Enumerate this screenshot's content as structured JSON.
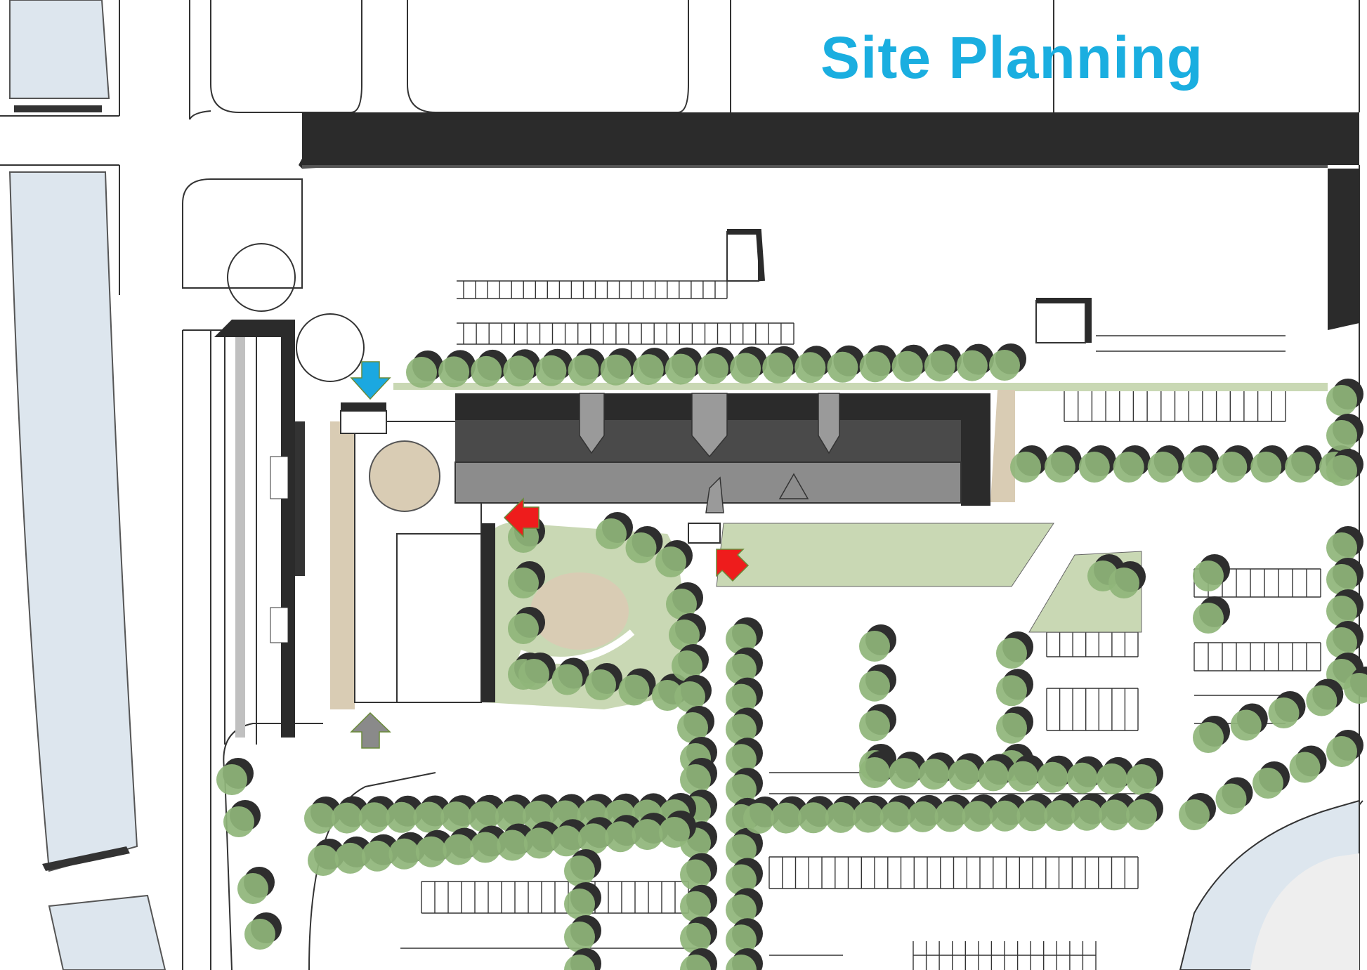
{
  "title": "Site Planning",
  "colors": {
    "title": "#1aaee0",
    "building_shadow": "#2b2b2b",
    "roof_dark": "#4a4a4a",
    "roof_light": "#8c8c8c",
    "tree_canopy": "#8fb57a",
    "tree_shadow": "#2e2e2e",
    "lawn": "#c9d8b4",
    "paving_tan": "#d9ccb4",
    "water": "#dde6ee",
    "arrow_entrance_blue": "#1ba8e0",
    "arrow_entrance_red": "#ee1c1c",
    "arrow_entrance_gray": "#8a8a8a"
  },
  "map": {
    "features": [
      "roadways",
      "main-building",
      "central-plaza",
      "parking-lots",
      "tree-rows",
      "bioswale-planters",
      "water-channel",
      "pond"
    ],
    "entrance_arrows": [
      {
        "color": "blue",
        "direction": "down"
      },
      {
        "color": "red",
        "direction": "left"
      },
      {
        "color": "red",
        "direction": "up-left"
      },
      {
        "color": "gray",
        "direction": "up"
      }
    ]
  }
}
